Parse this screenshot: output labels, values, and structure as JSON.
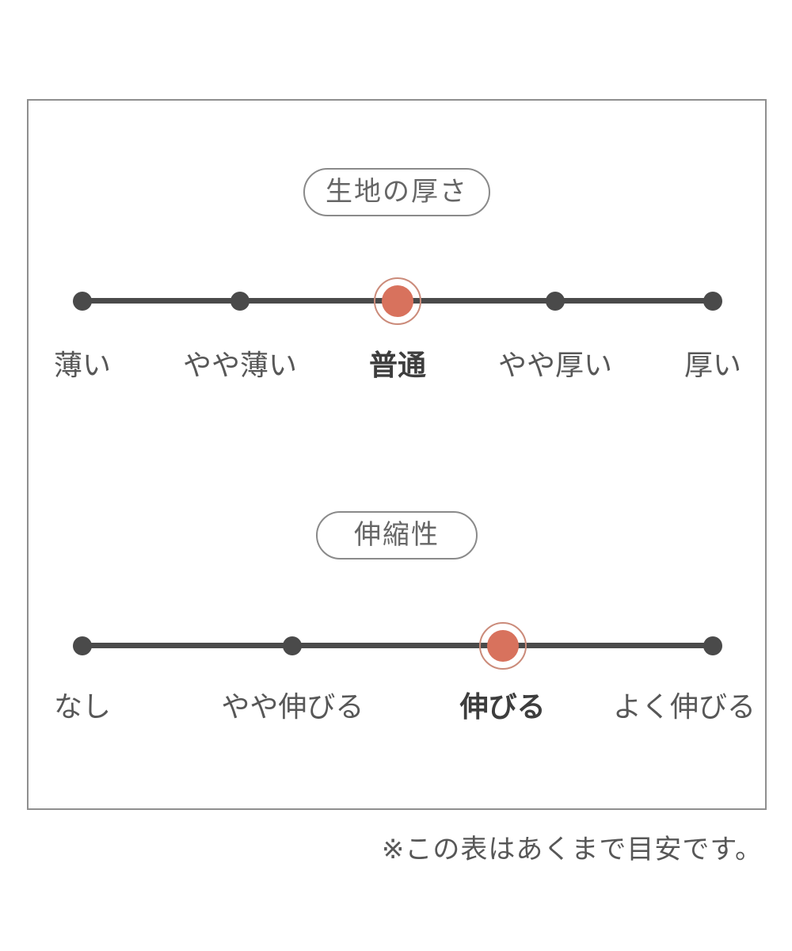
{
  "figure": {
    "note": "※この表はあくまで目安です。"
  },
  "colors": {
    "accent": "#d8725d",
    "accent_ring": "#cb8b7a",
    "ink": "#4a4a4a",
    "label": "#575757",
    "selected_label": "#3d3d3d",
    "panel_border": "#8f8f8f",
    "pill_border": "#8a8a8a",
    "pill_text": "#666666"
  },
  "chart_data": [
    {
      "type": "scale",
      "title": "生地の厚さ",
      "categories": [
        "薄い",
        "やや薄い",
        "普通",
        "やや厚い",
        "厚い"
      ],
      "selected": "普通",
      "selected_index": 2
    },
    {
      "type": "scale",
      "title": "伸縮性",
      "categories": [
        "なし",
        "やや伸びる",
        "伸びる",
        "よく伸びる"
      ],
      "selected": "伸びる",
      "selected_index": 2
    }
  ]
}
